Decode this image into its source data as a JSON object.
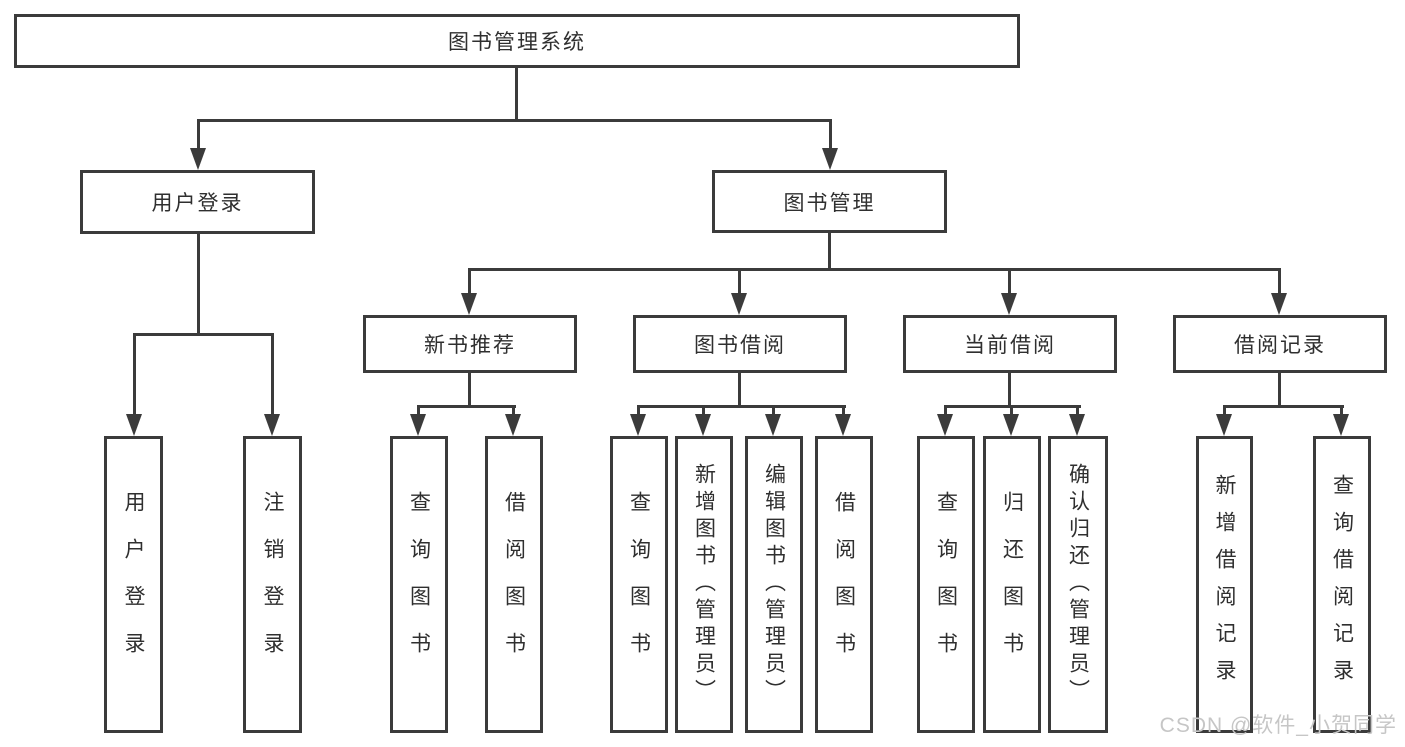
{
  "diagram": {
    "root": "图书管理系统",
    "branches": [
      {
        "label": "用户登录",
        "children": [
          "用户登录",
          "注销登录"
        ]
      },
      {
        "label": "图书管理",
        "sections": [
          {
            "label": "新书推荐",
            "children": [
              "查询图书",
              "借阅图书"
            ]
          },
          {
            "label": "图书借阅",
            "children": [
              "查询图书",
              "新增图书（管理员）",
              "编辑图书（管理员）",
              "借阅图书"
            ]
          },
          {
            "label": "当前借阅",
            "children": [
              "查询图书",
              "归还图书",
              "确认归还（管理员）"
            ]
          },
          {
            "label": "借阅记录",
            "children": [
              "新增借阅记录",
              "查询借阅记录"
            ]
          }
        ]
      }
    ]
  },
  "watermark": {
    "text": "CSDN @软件_小贺同学"
  },
  "colors": {
    "line": "#3b3b3b",
    "text": "#2f2f2f",
    "box_background": "#ffffff",
    "watermark": "#c6c6c6",
    "background": "#ffffff"
  }
}
